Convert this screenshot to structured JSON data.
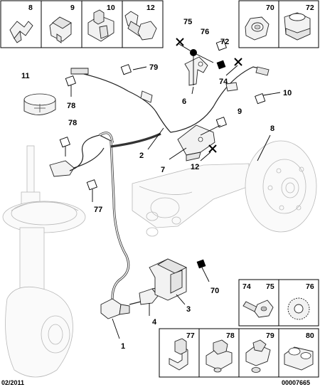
{
  "diagram": {
    "footer_left": "02/2011",
    "footer_right": "00007665",
    "parts_top_left": [
      "8",
      "9",
      "10",
      "12"
    ],
    "parts_top_right": [
      "70",
      "72"
    ],
    "parts_bottom_right_row1": [
      "74",
      "75",
      "76"
    ],
    "parts_bottom_right_row2": [
      "77",
      "78",
      "79",
      "80"
    ],
    "callouts": {
      "c11": "11",
      "c78a": "78",
      "c79": "79",
      "c75": "75",
      "c76": "76",
      "c72": "72",
      "c6": "6",
      "c74": "74",
      "c10": "10",
      "c9": "9",
      "c8": "8",
      "c78b": "78",
      "c2": "2",
      "c7": "7",
      "c12": "12",
      "c77": "77",
      "c70": "70",
      "c3": "3",
      "c4": "4",
      "c1": "1"
    }
  }
}
